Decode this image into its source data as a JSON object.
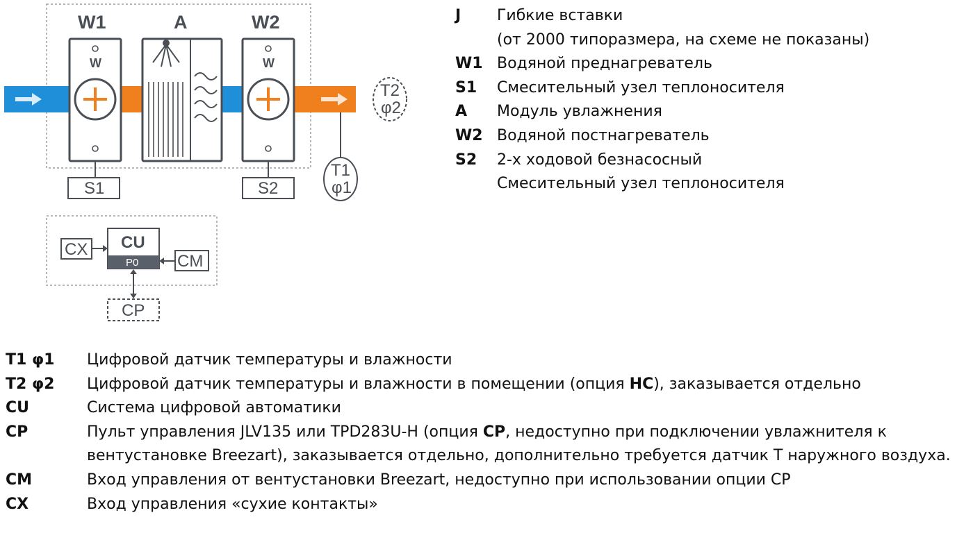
{
  "diagram": {
    "blocks": {
      "w1": "W1",
      "a": "A",
      "w2": "W2"
    },
    "water_mark": "W",
    "mixers": {
      "s1": "S1",
      "s2": "S2"
    },
    "sensors": {
      "t1": {
        "line1": "T1",
        "line2": "φ1"
      },
      "t2": {
        "line1": "T2",
        "line2": "φ2"
      }
    },
    "control": {
      "cu": "CU",
      "p0": "P0",
      "cx": "CX",
      "cm": "CM",
      "cp": "CP"
    },
    "colors": {
      "supply_in": "#1e8fd8",
      "supply_out": "#f07f1e",
      "frame": "#4a4f56",
      "dashed": "#9aa0a6"
    }
  },
  "legend_top": [
    {
      "key": "J",
      "desc": "Гибкие вставки"
    },
    {
      "key": "",
      "desc": "(от 2000 типоразмера, на схеме не показаны)"
    },
    {
      "key": "W1",
      "desc": "Водяной преднагреватель"
    },
    {
      "key": "S1",
      "desc": "Смесительный узел теплоносителя"
    },
    {
      "key": "A",
      "desc": "Модуль увлажнения"
    },
    {
      "key": "W2",
      "desc": "Водяной постнагреватель"
    },
    {
      "key": "S2",
      "desc": "2-х ходовой безнасосный"
    },
    {
      "key": "",
      "desc": "Смесительный узел теплоносителя"
    }
  ],
  "legend_bottom": [
    {
      "key": "T1 φ1",
      "desc": "Цифровой датчик температуры и влажности"
    },
    {
      "key": "T2 φ2",
      "desc_a": "Цифровой датчик температуры и влажности в помещении (опция ",
      "desc_b": "HC",
      "desc_c": "), заказывается отдельно"
    },
    {
      "key": "CU",
      "desc": "Система цифровой автоматики"
    },
    {
      "key": "CP",
      "desc_a": "Пульт управления JLV135 или TPD283U-H (опция ",
      "desc_b": "CP",
      "desc_c": ", недоступно при подключении увлажнителя к"
    },
    {
      "key": "",
      "desc": "вентустановке Breezart), заказывается отдельно, дополнительно требуется датчик Т наружного воздуха."
    },
    {
      "key": "CM",
      "desc": "Вход управления от вентустановки Breezart, недоступно при использовании опции CP"
    },
    {
      "key": "CX",
      "desc": "Вход управления «сухие контакты»"
    }
  ]
}
